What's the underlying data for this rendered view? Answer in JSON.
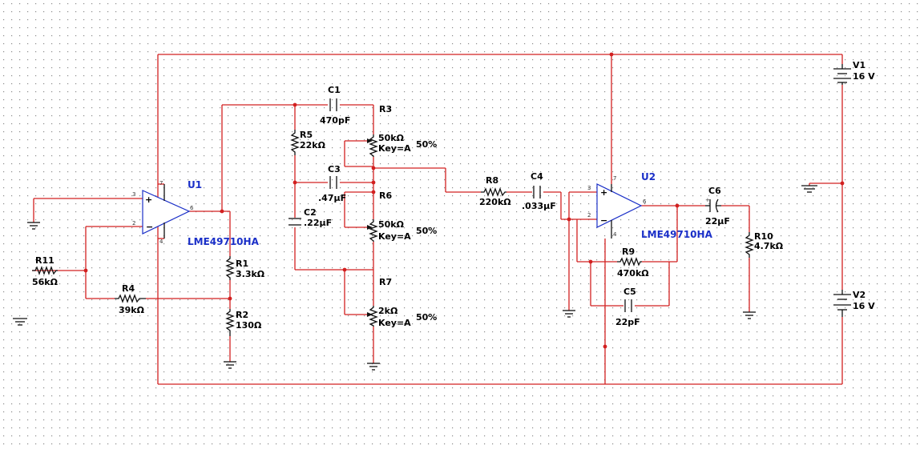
{
  "colors": {
    "wire": "#d22020",
    "component": "#111111",
    "ic": "#1a2fc8",
    "grid_dot": "#8c8c8c"
  },
  "components": {
    "U1": {
      "ref": "U1",
      "part": "LME49710HA",
      "pins": {
        "in_plus": "3",
        "in_minus": "2",
        "out": "6",
        "v_plus": "7",
        "v_minus": "4"
      }
    },
    "U2": {
      "ref": "U2",
      "part": "LME49710HA",
      "pins": {
        "in_plus": "3",
        "in_minus": "2",
        "out": "6",
        "v_plus": "7",
        "v_minus": "4"
      }
    },
    "R1": {
      "ref": "R1",
      "value": "3.3kΩ"
    },
    "R2": {
      "ref": "R2",
      "value": "130Ω"
    },
    "R3": {
      "ref": "R3",
      "value": "50kΩ",
      "key": "Key=A",
      "percent": "50%"
    },
    "R4": {
      "ref": "R4",
      "value": "39kΩ"
    },
    "R5": {
      "ref": "R5",
      "value": "22kΩ"
    },
    "R6": {
      "ref": "R6",
      "value": "50kΩ",
      "key": "Key=A",
      "percent": "50%"
    },
    "R7": {
      "ref": "R7",
      "value": "2kΩ",
      "key": "Key=A",
      "percent": "50%"
    },
    "R8": {
      "ref": "R8",
      "value": "220kΩ"
    },
    "R9": {
      "ref": "R9",
      "value": "470kΩ"
    },
    "R10": {
      "ref": "R10",
      "value": "4.7kΩ"
    },
    "R11": {
      "ref": "R11",
      "value": "56kΩ"
    },
    "C1": {
      "ref": "C1",
      "value": "470pF"
    },
    "C2": {
      "ref": "C2",
      "value": ".22µF"
    },
    "C3": {
      "ref": "C3",
      "value": ".47µF"
    },
    "C4": {
      "ref": "C4",
      "value": ".033µF"
    },
    "C5": {
      "ref": "C5",
      "value": "22pF"
    },
    "C6": {
      "ref": "C6",
      "value": "22µF"
    },
    "V1": {
      "ref": "V1",
      "value": "16 V"
    },
    "V2": {
      "ref": "V2",
      "value": "16 V"
    }
  }
}
